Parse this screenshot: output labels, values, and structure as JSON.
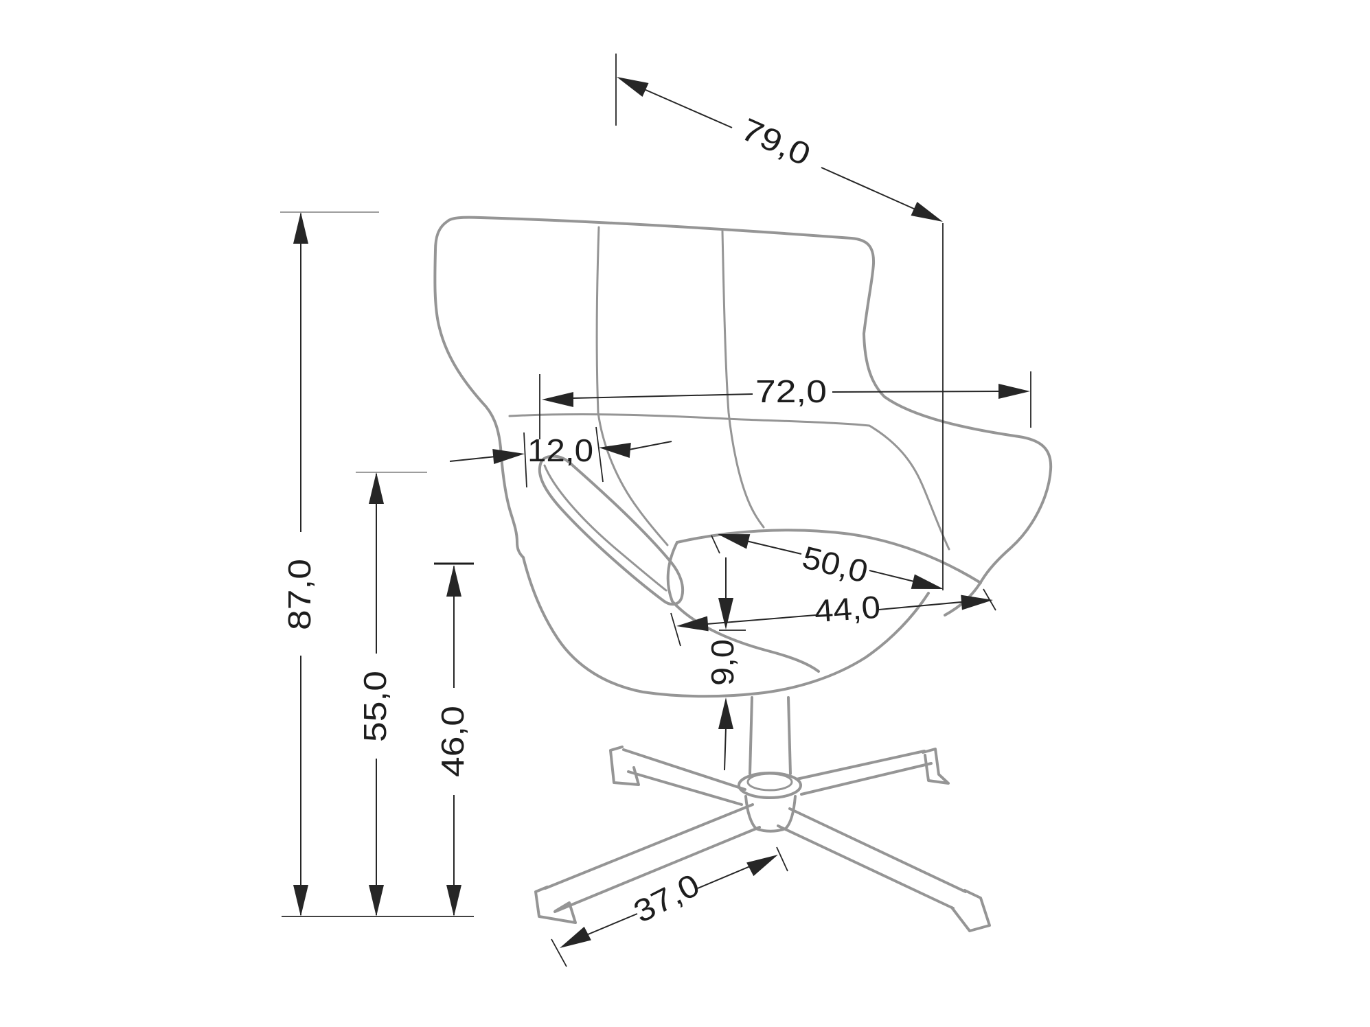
{
  "drawing": {
    "title": "Swivel wing chair dimensional diagram",
    "units_style": "comma-decimal centimeters",
    "colors": {
      "chair_outline": "#959595",
      "dimension_lines": "#262626",
      "background": "#ffffff"
    },
    "dimensions": {
      "depth_diagonal": "79,0",
      "overall_width": "72,0",
      "armrest_pad_width": "12,0",
      "seat_depth": "50,0",
      "seat_width": "44,0",
      "seat_edge_thickness": "9,0",
      "base_leg_length": "37,0",
      "overall_height": "87,0",
      "armrest_height": "55,0",
      "seat_height": "46,0"
    }
  }
}
